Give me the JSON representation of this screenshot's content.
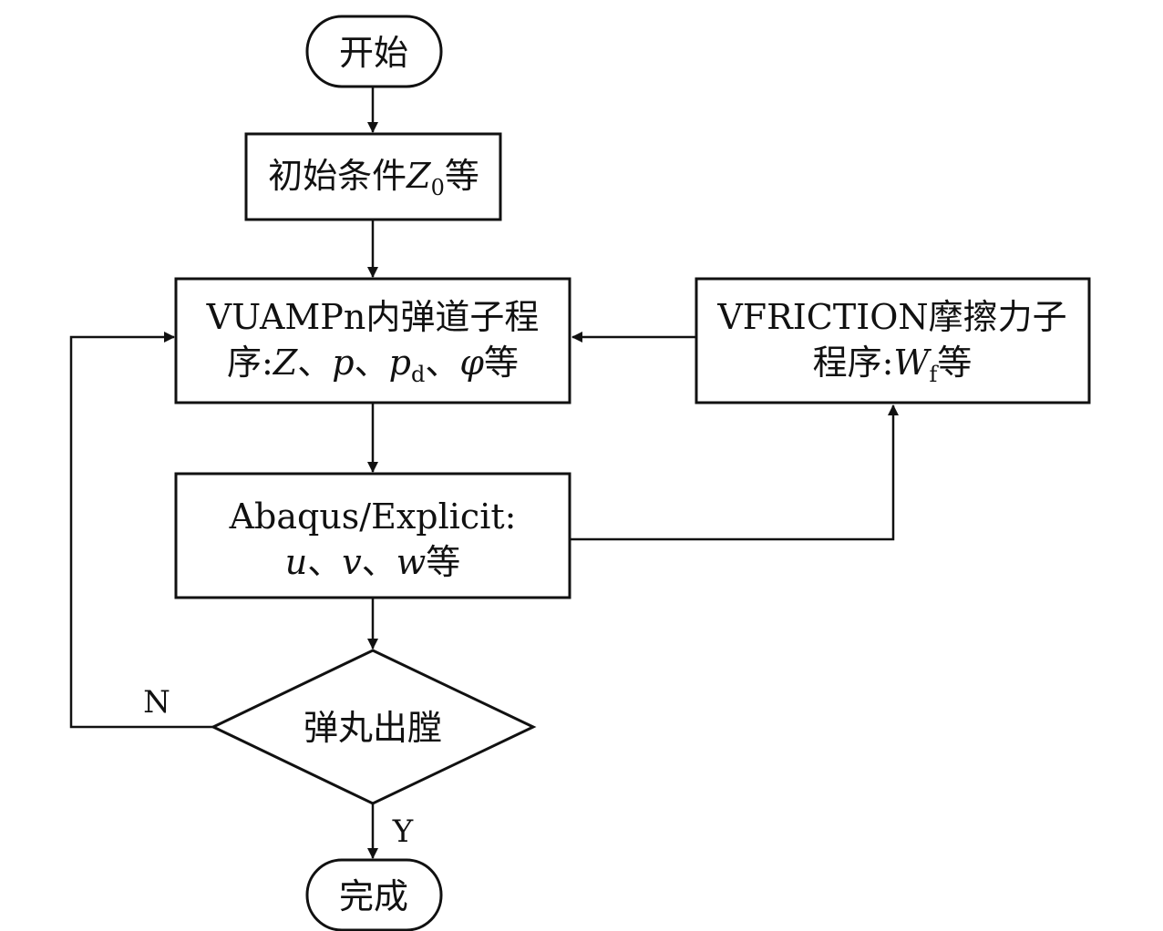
{
  "diagram": {
    "nodes": {
      "start": {
        "text": "开始"
      },
      "init": {
        "prefix": "初始条件",
        "var": "Z",
        "sub": "0",
        "suffix": "等"
      },
      "vuamp": {
        "line1": "VUAMPn内弹道子程",
        "line2": {
          "prefix": "序:",
          "v1": "Z",
          "sep1": "、",
          "v2": "p",
          "sep2": "、",
          "v3": "p",
          "v3sub": "d",
          "sep3": "、",
          "v4": "φ",
          "suffix": "等"
        }
      },
      "vfriction": {
        "line1": "VFRICTION摩擦力子",
        "line2": {
          "prefix": "程序:",
          "var": "W",
          "sub": "f",
          "suffix": "等"
        }
      },
      "abaqus": {
        "line1": "Abaqus/Explicit:",
        "line2": {
          "v1": "u",
          "sep1": "、",
          "v2": "v",
          "sep2": "、",
          "v3": "w",
          "suffix": "等"
        }
      },
      "decision": {
        "text": "弹丸出膛"
      },
      "end": {
        "text": "完成"
      }
    },
    "edge_labels": {
      "no": "N",
      "yes": "Y"
    }
  }
}
